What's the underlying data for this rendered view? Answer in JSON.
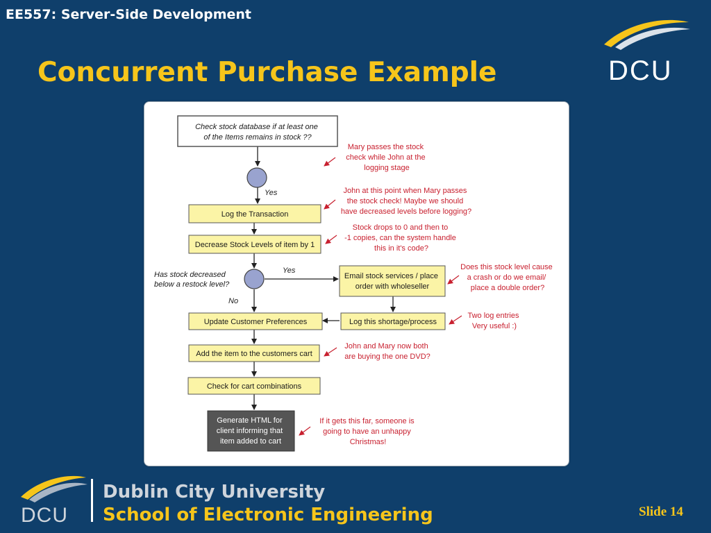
{
  "header": {
    "course": "EE557: Server-Side Development",
    "title": "Concurrent Purchase Example"
  },
  "logo_top": {
    "text": "DCU"
  },
  "diagram": {
    "nodes": {
      "check_stock": [
        "Check stock database if at least one",
        "of the Items remains in stock ??"
      ],
      "log_transaction": "Log the Transaction",
      "decrease_stock": "Decrease Stock Levels of item by 1",
      "email_stock": [
        "Email stock services / place",
        "order with wholeseller"
      ],
      "update_prefs": "Update Customer Preferences",
      "log_shortage": "Log this shortage/process",
      "add_cart": "Add the item to the customers cart",
      "check_combos": "Check for cart combinations",
      "generate_html": [
        "Generate HTML for",
        "client informing that",
        "item added to cart"
      ]
    },
    "labels": {
      "yes1": "Yes",
      "yes2": "Yes",
      "no": "No",
      "restock_question": [
        "Has stock decreased",
        "below a restock level?"
      ]
    },
    "notes": {
      "mary": [
        "Mary passes the stock",
        "check while John at the",
        "logging stage"
      ],
      "john": [
        "John at this point when Mary passes",
        "the stock check!  Maybe we should",
        "have decreased levels before logging?"
      ],
      "drops": [
        "Stock drops to 0 and then to",
        "-1 copies, can the system handle",
        "this in it's code?"
      ],
      "crash": [
        "Does this stock level cause",
        "a crash or do we email/",
        "place a double order?"
      ],
      "two_logs": [
        "Two log entries",
        "Very useful :)"
      ],
      "dvd": [
        "John and Mary now both",
        "are buying the one DVD?"
      ],
      "christmas": [
        "If it gets this far, someone is",
        "going to have an unhappy",
        "Christmas!"
      ]
    },
    "colors": {
      "box_fill": "#fbf4a6",
      "decision_fill": "#99a3cf",
      "note_text": "#c8202f",
      "final_fill": "#555555"
    }
  },
  "footer": {
    "logo_text": "DCU",
    "university": "Dublin City University",
    "school": "School of Electronic Engineering",
    "slide": "Slide 14"
  }
}
